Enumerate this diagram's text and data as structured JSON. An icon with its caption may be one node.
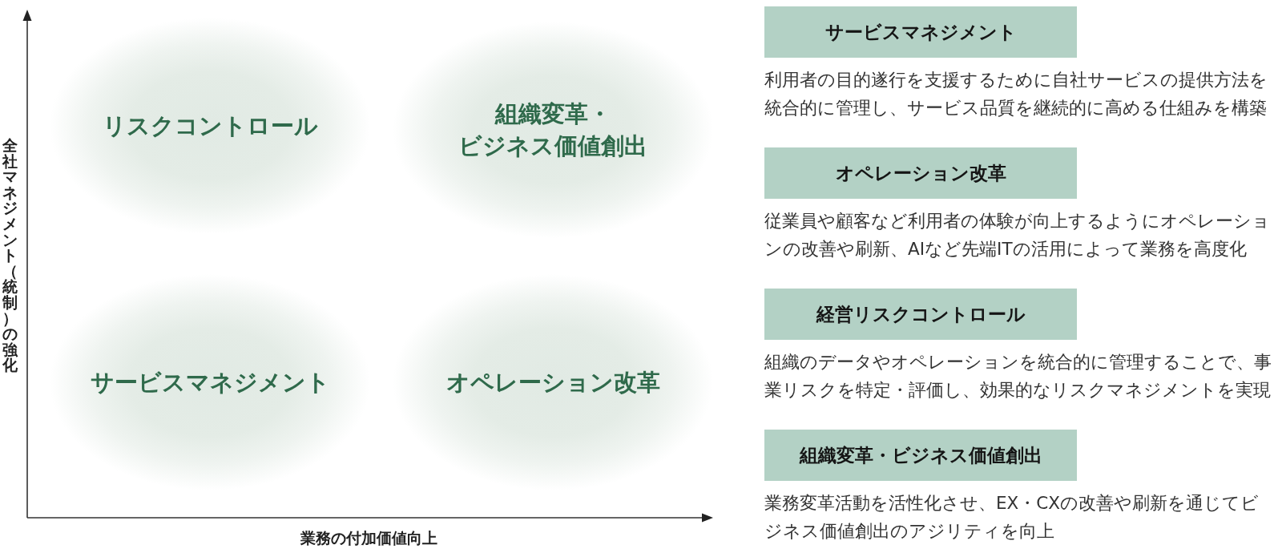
{
  "diagram": {
    "nodes": [
      {
        "text": [
          "リスクコントロール"
        ]
      },
      {
        "text": [
          "組織変革・ビジネス価値創出"
        ]
      },
      {
        "text": [
          "サービスマネジメント"
        ]
      },
      {
        "text": [
          "オペレーション改革"
        ]
      },
      {
        "text": [
          "サービスマネジメント"
        ],
        "beside": [
          "利用者の目的遂行を支援するために自社サービスの提供方法を統合的に管理し、サービス品質を継続的に高める仕組みを構築"
        ]
      },
      {
        "text": [
          "オペレーション改革"
        ],
        "beside": [
          "従業員や顧客など利用者の体験が向上するようにオペレーションの改善や刷新、AIなど先端ITの活用によって業務を高度化"
        ]
      },
      {
        "text": [
          "経営リスクコントロール"
        ],
        "beside": [
          "組織のデータやオペレーションを統合的に管理することで、事業リスクを特定・評価し、効果的なリスクマネジメントを実現"
        ]
      },
      {
        "text": [
          "組織変革・ビジネス価値創出"
        ],
        "beside": [
          "業務変革活動を活性化させ、EX・CXの改善や刷新を通じてビジネス価値創出のアジリティを向上"
        ]
      }
    ],
    "labels": [
      "全社マネジメント（統制）の強化",
      "業務の付加価値向上"
    ]
  }
}
